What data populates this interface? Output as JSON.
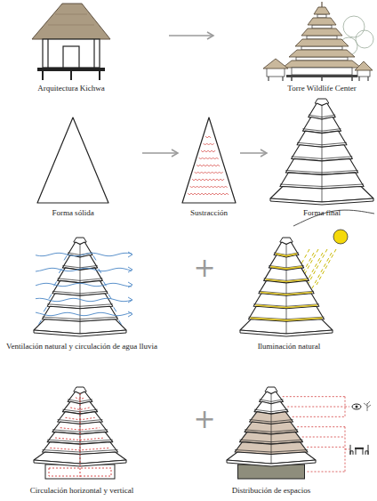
{
  "diagram": {
    "nodes": [
      {
        "text": [
          "Arquitectura Kichwa"
        ]
      },
      {
        "text": [
          "Torre Wildlife Center"
        ]
      },
      {
        "text": [
          "Forma sólida"
        ]
      },
      {
        "text": [
          "Sustracción"
        ]
      },
      {
        "text": [
          "Forma final"
        ]
      },
      {
        "text": [
          "Ventilación natural y circulación de agua lluvia"
        ]
      },
      {
        "text": [
          "Iluminación natural"
        ]
      },
      {
        "text": [
          "Circulación horizontal y vertical"
        ]
      },
      {
        "text": [
          "Distribución de espacios"
        ]
      }
    ],
    "edges": [
      {
        "from": 0,
        "to": 1,
        "arrow": "to"
      },
      {
        "from": 2,
        "to": 3,
        "arrow": "to"
      },
      {
        "from": 3,
        "to": 4,
        "arrow": "to"
      }
    ],
    "labels": [
      "+",
      "+"
    ]
  }
}
